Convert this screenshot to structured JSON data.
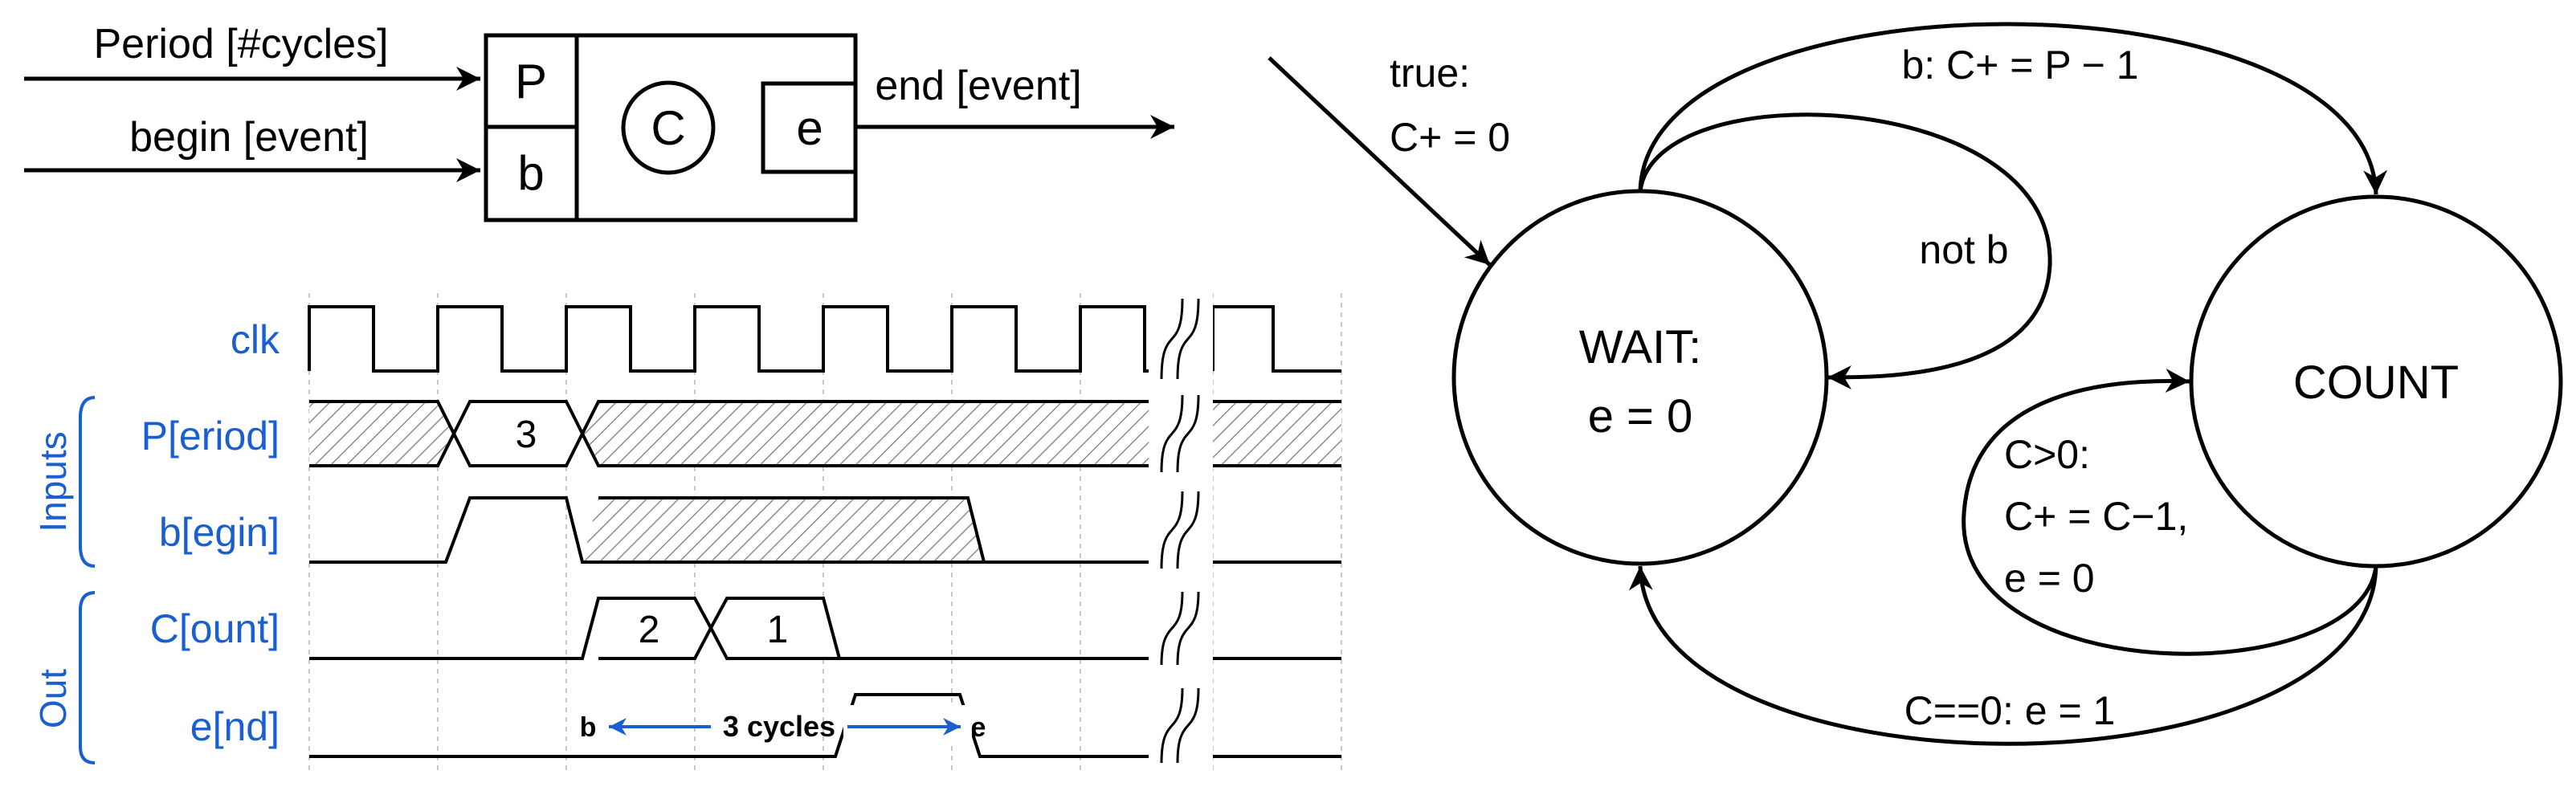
{
  "block": {
    "inputs": [
      {
        "label": "Period [#cycles]",
        "port": "P"
      },
      {
        "label": "begin [event]",
        "port": "b"
      }
    ],
    "counter": "C",
    "output_port": "e",
    "output_label": "end [event]"
  },
  "timing": {
    "groups": [
      {
        "label": "Inputs"
      },
      {
        "label": "Out"
      }
    ],
    "signals": [
      {
        "id": "clk",
        "label": "clk"
      },
      {
        "id": "period",
        "label": "P[eriod]"
      },
      {
        "id": "begin",
        "label": "b[egin]"
      },
      {
        "id": "count",
        "label": "C[ount]"
      },
      {
        "id": "end",
        "label": "e[nd]"
      }
    ],
    "period_value": "3",
    "count_values": [
      "2",
      "1"
    ],
    "annotation": {
      "start": "b",
      "text": "3 cycles",
      "end": "e"
    }
  },
  "fsm": {
    "states": [
      {
        "id": "wait",
        "line1": "WAIT:",
        "line2": "e = 0"
      },
      {
        "id": "count",
        "line1": "COUNT"
      }
    ],
    "initial": {
      "line1": "true:",
      "line2": "C+ = 0"
    },
    "transitions": {
      "wait_to_count": "b: C+ = P − 1",
      "wait_self": "not b",
      "count_self": [
        "C>0:",
        "C+ = C−1,",
        "e = 0"
      ],
      "count_to_wait": "C==0: e = 1"
    }
  },
  "colors": {
    "line": "#000000",
    "label_blue": "#1a5fd0",
    "grid": "#c8c8c8"
  }
}
